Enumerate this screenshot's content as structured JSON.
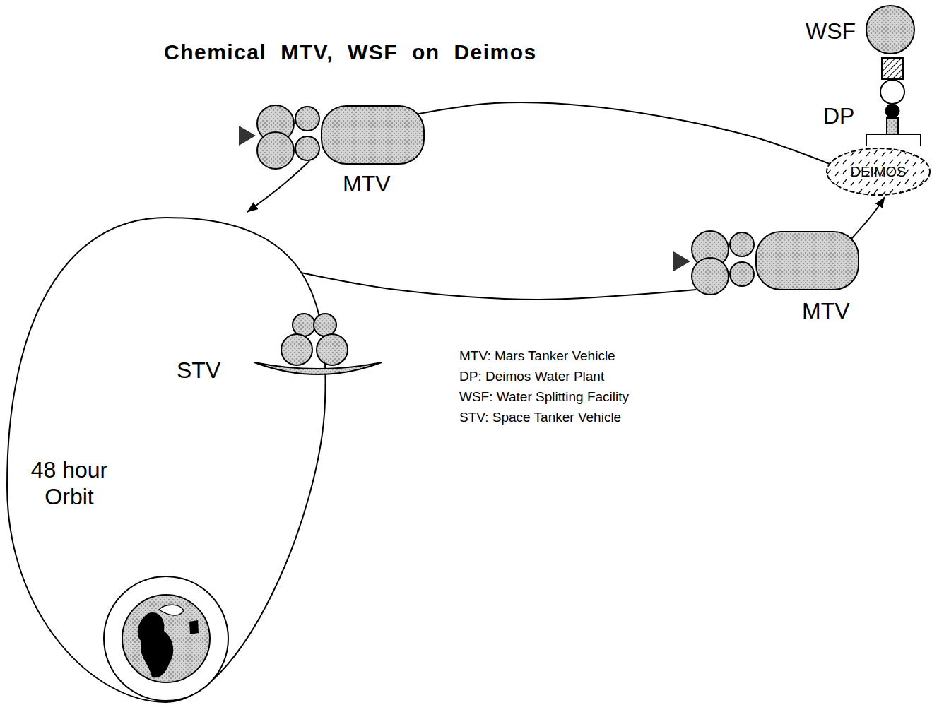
{
  "diagram": {
    "title": "Chemical MTV, WSF on Deimos",
    "nodes": [
      {
        "text": [
          "WSF"
        ]
      },
      {
        "text": [
          "DP"
        ]
      },
      {
        "text": [
          "DEIMOS"
        ]
      },
      {
        "text": [
          "MTV"
        ]
      },
      {
        "text": [
          "MTV"
        ]
      },
      {
        "text": [
          "48 hour Orbit"
        ]
      },
      {
        "text": [
          "STV"
        ]
      }
    ],
    "edges": [
      {
        "from": 2,
        "to": 3,
        "arrow": "none"
      },
      {
        "from": 3,
        "to": 5,
        "arrow": "to"
      },
      {
        "from": 5,
        "to": 4,
        "arrow": "none"
      },
      {
        "from": 4,
        "to": 2,
        "arrow": "to"
      }
    ],
    "labels": [
      "MTV: Mars Tanker Vehicle",
      "DP: Deimos Water Plant",
      "WSF: Water Splitting Facility",
      "STV: Space Tanker Vehicle"
    ]
  }
}
